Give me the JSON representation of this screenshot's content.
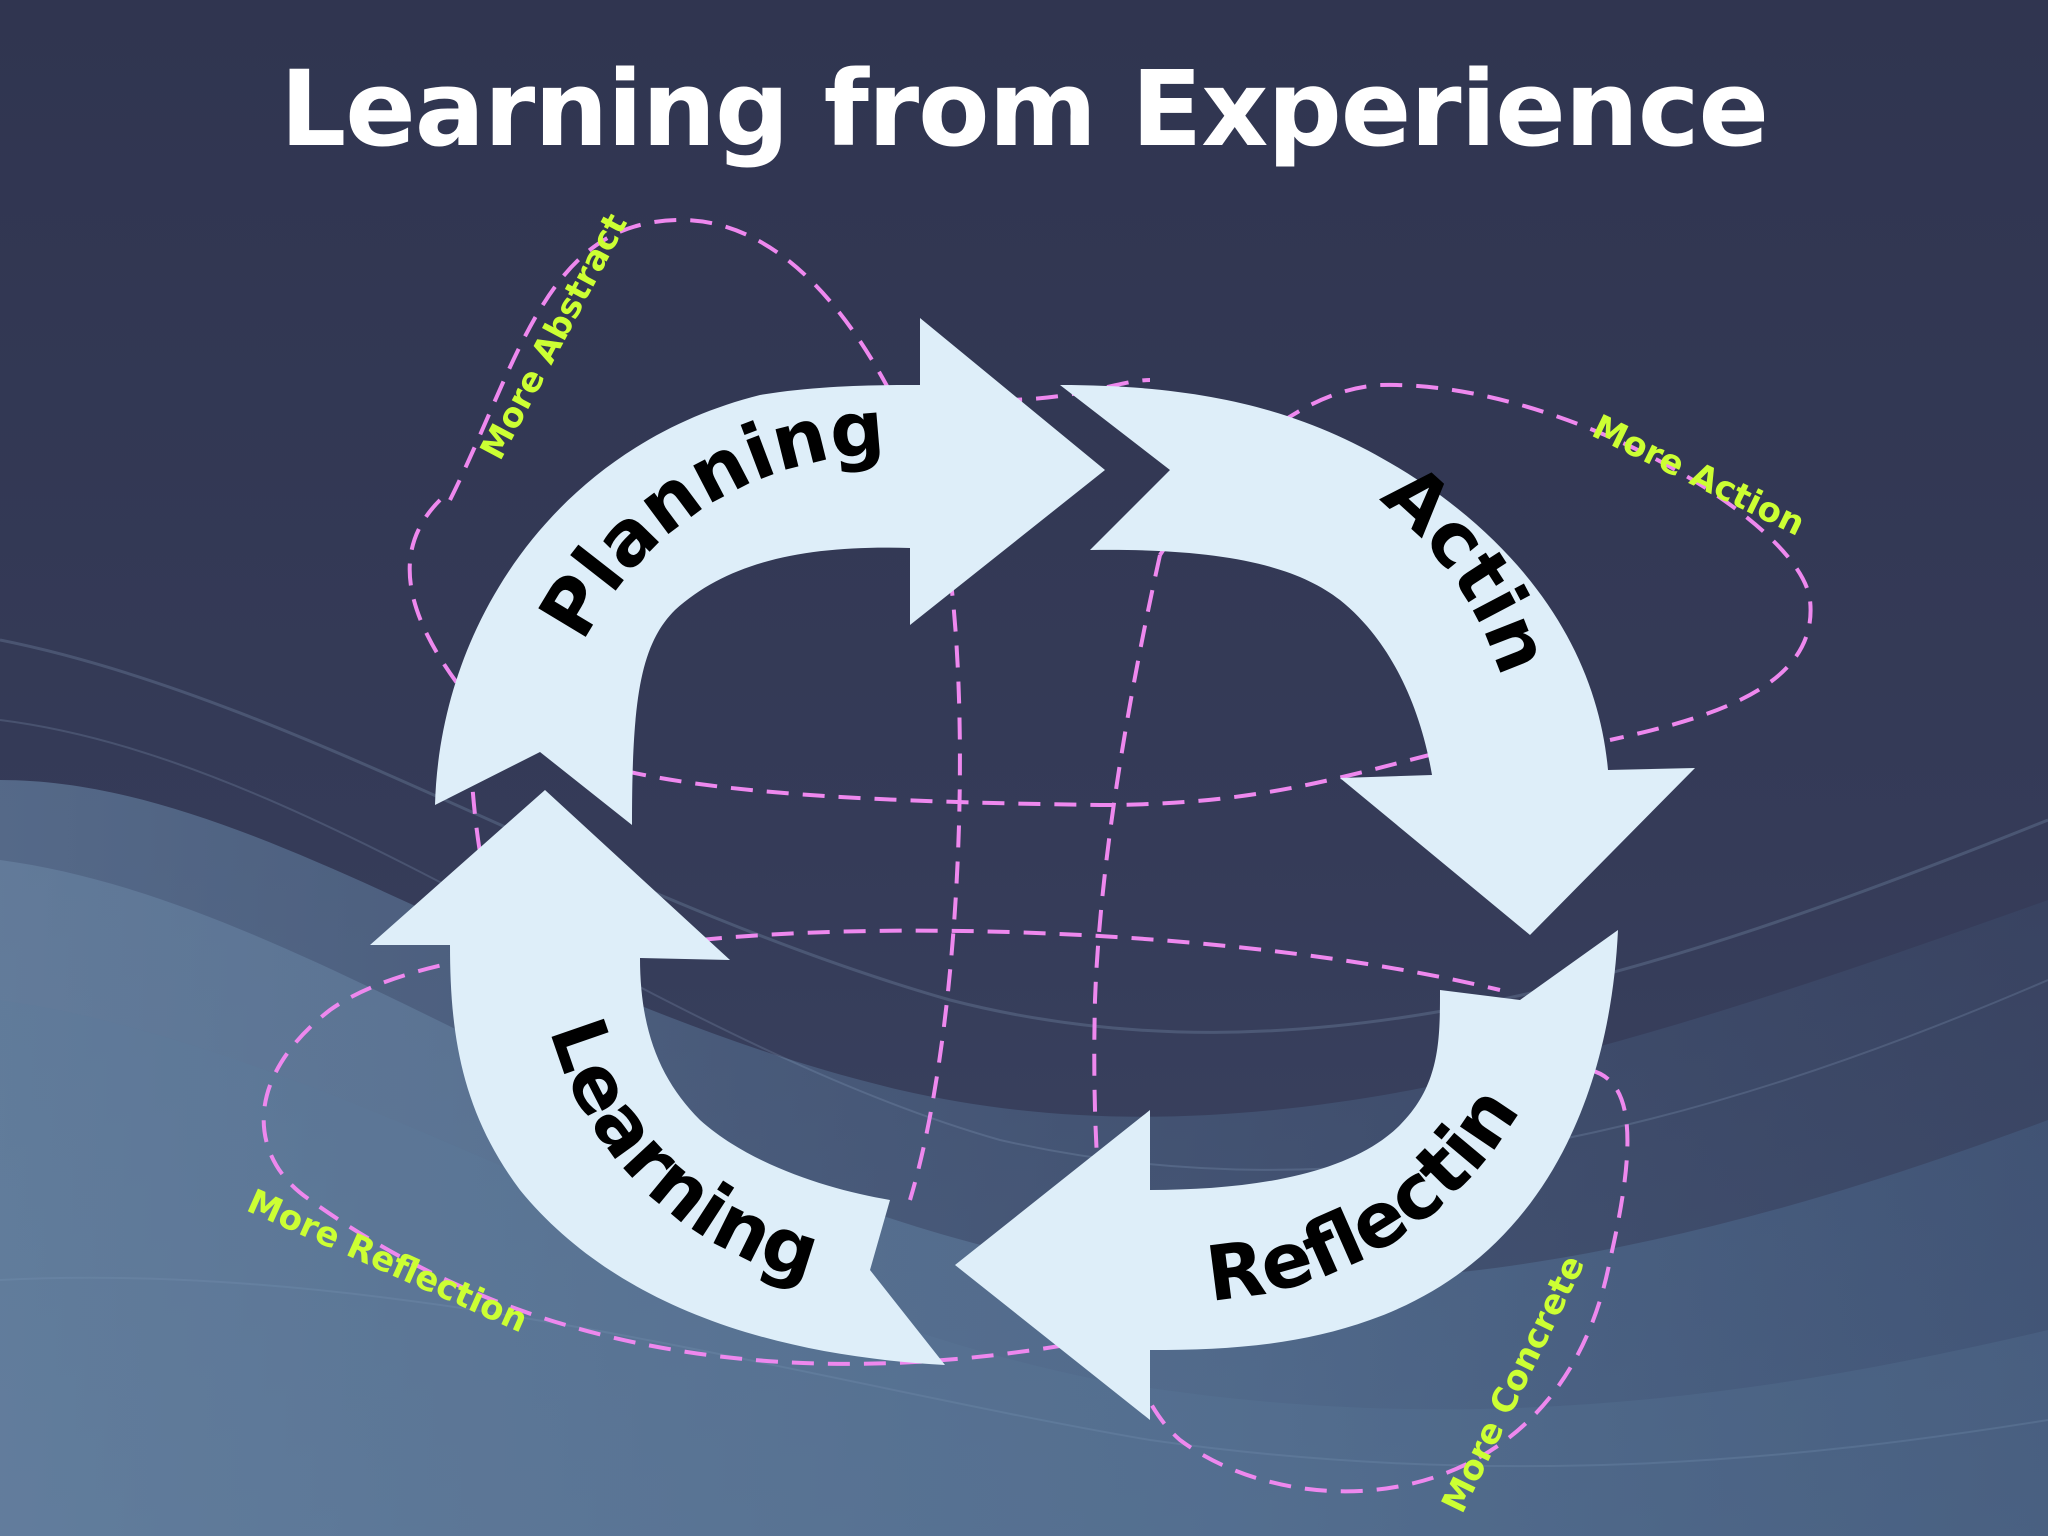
{
  "title": "Learning from Experience",
  "stages": [
    {
      "id": "planning",
      "label": "Planning"
    },
    {
      "id": "acting",
      "label": "Acting"
    },
    {
      "id": "reflecting",
      "label": "Reflecting"
    },
    {
      "id": "learning",
      "label": "Learning"
    }
  ],
  "axis_labels": {
    "abstract": "More Abstract",
    "action": "More Action",
    "reflection": "More Reflection",
    "concrete": "More Concrete"
  },
  "colors": {
    "background": "#323750",
    "arrow_fill": "#deeef9",
    "dashed_loop": "#ee88ee",
    "axis_label": "#ccff33",
    "title": "#ffffff",
    "stage_text": "#000000"
  }
}
